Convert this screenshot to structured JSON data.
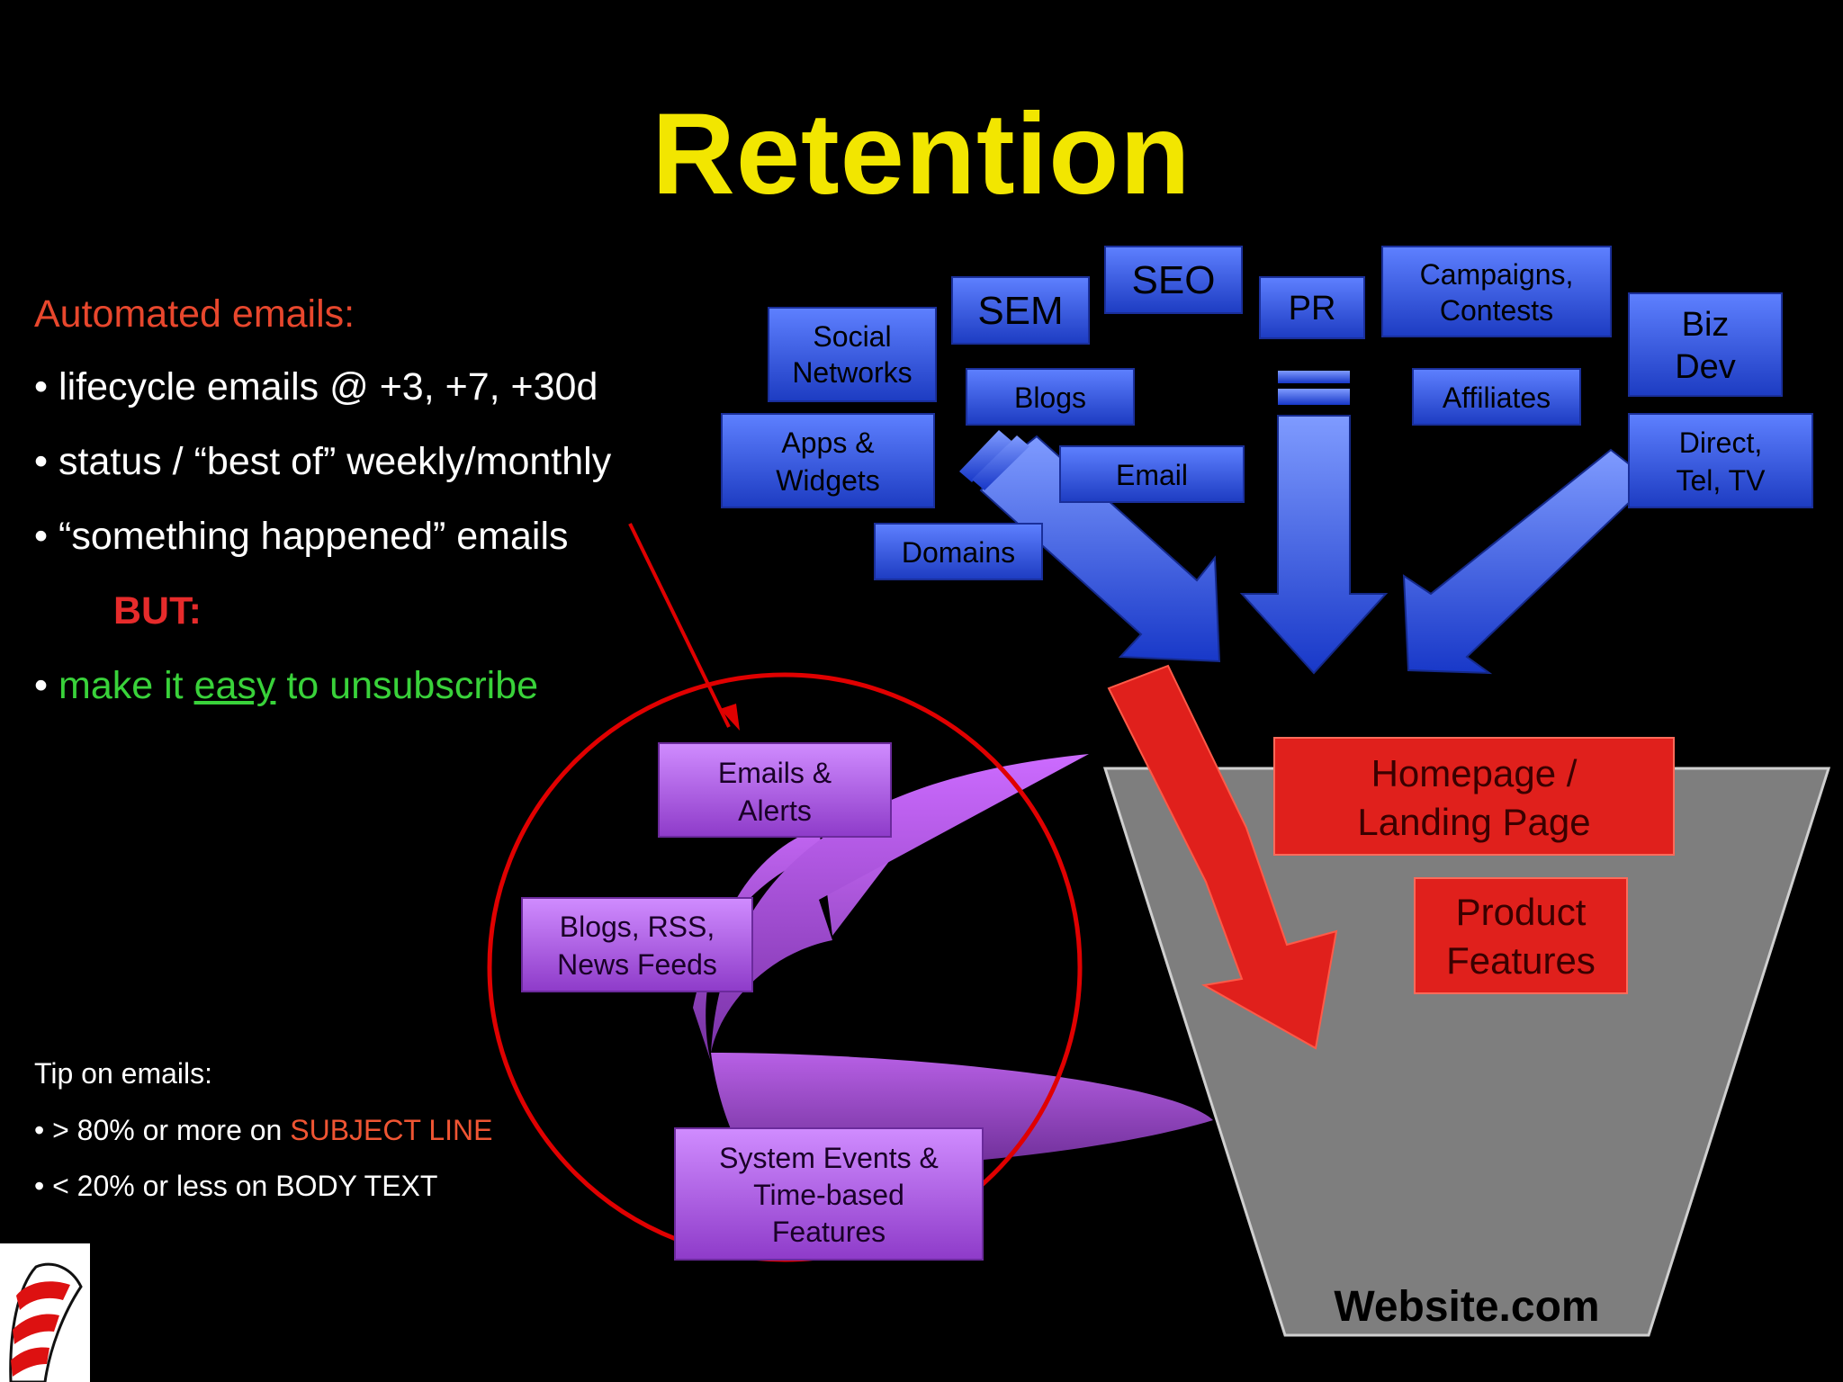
{
  "title": "Retention",
  "left_panel": {
    "heading": "Automated emails:",
    "bullets": [
      "lifecycle emails @ +3, +7, +30d",
      "status / “best of” weekly/monthly",
      "“something happened” emails"
    ],
    "but_label": "BUT:",
    "unsub_prefix": "make it ",
    "unsub_emphasis": "easy",
    "unsub_suffix": " to unsubscribe"
  },
  "tips": {
    "heading": "Tip on emails:",
    "line1_prefix": "> 80% or more on ",
    "line1_highlight": "SUBJECT LINE",
    "line2": "< 20% or less on BODY TEXT"
  },
  "sources": {
    "social": [
      "Social",
      "Networks"
    ],
    "sem": [
      "SEM"
    ],
    "seo": [
      "SEO"
    ],
    "pr": [
      "PR"
    ],
    "campaigns": [
      "Campaigns,",
      "Contests"
    ],
    "bizdev": [
      "Biz",
      "Dev"
    ],
    "blogs": [
      "Blogs"
    ],
    "affiliates": [
      "Affiliates"
    ],
    "apps": [
      "Apps &",
      "Widgets"
    ],
    "email": [
      "Email"
    ],
    "direct": [
      "Direct,",
      "Tel, TV"
    ],
    "domains": [
      "Domains"
    ]
  },
  "retention_boxes": {
    "emails_alerts": [
      "Emails &",
      "Alerts"
    ],
    "blogs_rss": [
      "Blogs, RSS,",
      "News Feeds"
    ],
    "system_events": [
      "System Events &",
      "Time-based",
      "Features"
    ]
  },
  "website": {
    "homepage": [
      "Homepage /",
      "Landing Page"
    ],
    "product": [
      "Product",
      "Features"
    ],
    "label": "Website.com"
  },
  "colors": {
    "title": "#f2e600",
    "blue_box": "#2f56e0",
    "purple_box": "#b35ee8",
    "red_box": "#e0201c",
    "funnel": "#7e7e7e",
    "circle": "#e00000"
  }
}
